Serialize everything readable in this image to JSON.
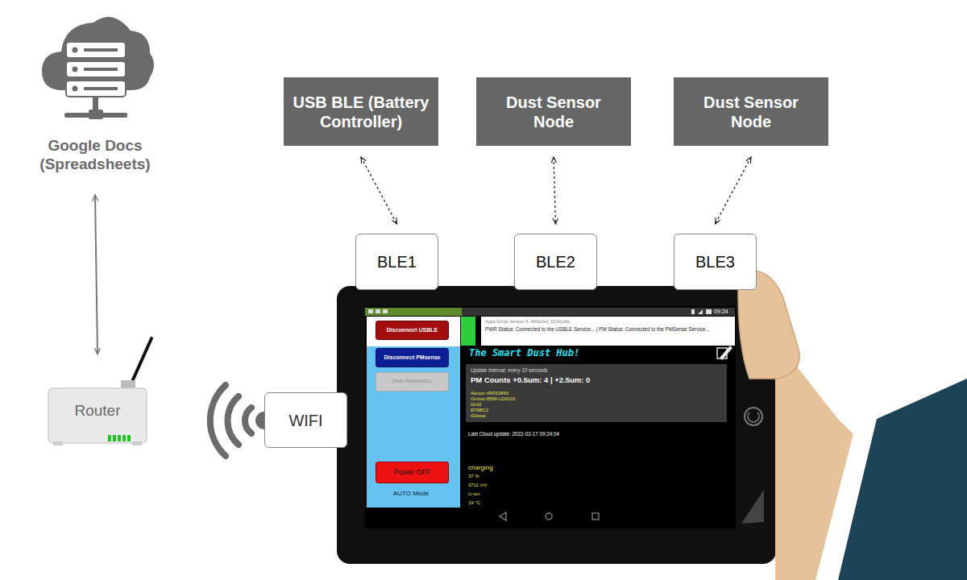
{
  "diagram": {
    "nodes": [
      {
        "text": [
          "Google Docs (Spreadsheets)"
        ]
      },
      {
        "text": [
          "Router"
        ]
      },
      {
        "text": [
          "USB BLE (Battery Controller)"
        ]
      },
      {
        "text": [
          "Dust Sensor Node"
        ]
      },
      {
        "text": [
          "Dust Sensor Node"
        ]
      },
      {
        "text": [
          "BLE1"
        ]
      },
      {
        "text": [
          "BLE2"
        ]
      },
      {
        "text": [
          "BLE3"
        ]
      },
      {
        "text": [
          "WIFI"
        ]
      },
      {
        "text": [
          "Disconnect USBLE"
        ]
      },
      {
        "text": [
          "Disconnect PMsense"
        ]
      },
      {
        "text": [
          "FIND PMSENSE2"
        ]
      },
      {
        "text": [
          "Power OFF"
        ]
      },
      {
        "text": [
          "Apps Script Version 5: AKfycbxf_DCHye6y",
          "PWR Status: Connected to the USBLE Service... | PM Status: Connected to the PMSense Service..."
        ]
      },
      {
        "text": [
          "Update Interval: every 10 seconds",
          "PM Counts +0.5um: 4 | +2.5um: 0",
          "Xenon nRF52840",
          "Omron B5W-LD0101",
          "0142",
          "B79BC1",
          "01beta"
        ]
      }
    ],
    "edges": [
      {
        "from": 0,
        "to": 1,
        "arrow": "both"
      },
      {
        "from": 2,
        "to": 5,
        "arrow": "both"
      },
      {
        "from": 3,
        "to": 6,
        "arrow": "both"
      },
      {
        "from": 4,
        "to": 7,
        "arrow": "both"
      }
    ],
    "labels": [
      "09:24",
      "The Smart Dust Hub!",
      "Last Cloud update: 2022-02-17 09:24:04",
      "charging",
      "37 %",
      "3711 mV",
      "Li-ion",
      "19 °C",
      "AUTO Mode"
    ]
  }
}
